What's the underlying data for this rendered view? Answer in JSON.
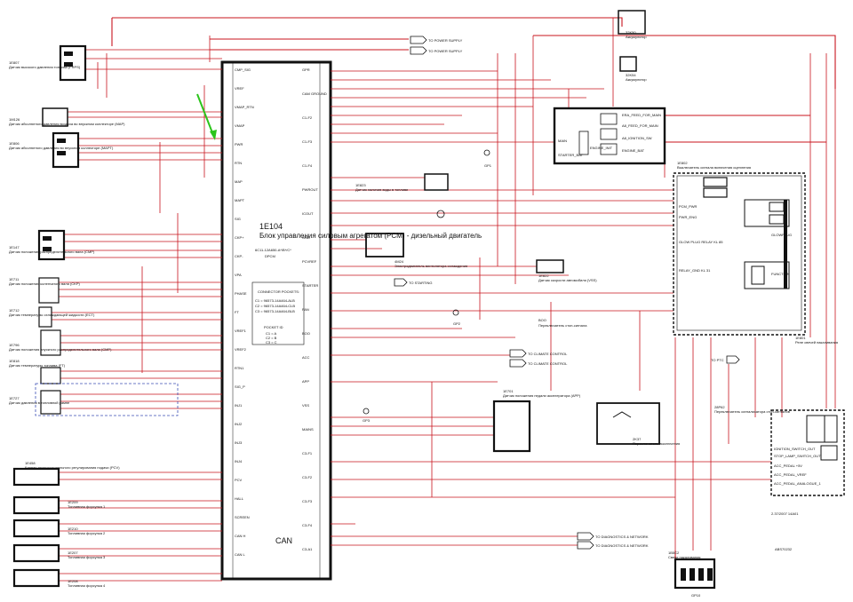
{
  "ecu": {
    "id": "1E104",
    "name": "Блок управления силовым агрегатом (PCM) - дизельный двигатель",
    "part": "6C11-12A650-A*/B*/C*",
    "code": "DPCM",
    "can_label": "CAN"
  },
  "pocket_connector": {
    "title": "CONNECTOR POCKETS:",
    "lines": [
      "C1 = 96573-14A464-ALB",
      "C2 = 96573-14A464-CLB",
      "C3 = 96573-14A464-BLB"
    ],
    "id_title": "POCKET ID",
    "id_lines": [
      "C1 = A",
      "C2 = B",
      "C3 = C"
    ]
  },
  "page_ref": "2.37/2007 14A01",
  "footer_code": "ABS70232",
  "left_components": [
    {
      "id": "1E807",
      "name": "Датчик высокого давления топлива (FRPS)"
    },
    {
      "id": "1M126",
      "name": "Датчик абсолютного давления воздуха во впускном коллекторе (MAP)"
    },
    {
      "id": "1E806",
      "name": "Датчик абсолютного давления во впускном коллекторе (MAPT)"
    },
    {
      "id": "1E147",
      "name": "Датчик положения распределительного вала (CMP)"
    },
    {
      "id": "1E711",
      "name": "Датчик положения коленчатого вала (CKP)"
    },
    {
      "id": "1E712",
      "name": "Датчик температуры охлаждающей жидкости (ECT)"
    },
    {
      "id": "1E796",
      "name": "Датчик положения впускного распределительного вала (CMP)"
    },
    {
      "id": "1E818",
      "name": "Датчик температуры топлива (FT)"
    },
    {
      "id": "1E727",
      "name": "Датчик давления в топливной рампе"
    },
    {
      "id": "1E458",
      "name": "Клапан пропорционального регулирования подачи (PCV)"
    },
    {
      "id": "1E209",
      "name": "Топливная форсунка 1"
    },
    {
      "id": "1E210",
      "name": "Топливная форсунка 2"
    },
    {
      "id": "1E207",
      "name": "Топливная форсунка 3"
    },
    {
      "id": "1E208",
      "name": "Топливная форсунка 4"
    }
  ],
  "right_components": [
    {
      "id": "32K50",
      "name": "Аккумулятор"
    },
    {
      "id": "32K54",
      "name": "Аккумулятор"
    },
    {
      "id": "1E823",
      "name": "Датчик наличия воды в топливе"
    },
    {
      "id": "1E822",
      "name": "Датчик скорости автомобиля (VSS)"
    },
    {
      "id": "1E701",
      "name": "Датчик положения педали акселератора (APP)"
    },
    {
      "id": "2K37",
      "name": "Переключатель выключения"
    },
    {
      "id": "28P62",
      "name": "Переключатель сигнализатора стоп-сигналов"
    },
    {
      "id": "1B5C2",
      "name": "Свечи накаливания"
    },
    {
      "id": "1E801",
      "name": "Реле свечей накаливания"
    },
    {
      "id": "1E802",
      "name": "Выключатель сигнала включения сцепления"
    },
    {
      "id": "BOO",
      "name": "Переключатель стоп-сигнала"
    },
    {
      "id": "4M24",
      "name": "Электродвигатель вентилятора охлаждения"
    }
  ],
  "destinations": [
    {
      "label": "TO POWER SUPPLY"
    },
    {
      "label": "TO POWER SUPPLY"
    },
    {
      "label": "TO STARTING"
    },
    {
      "label": "TO CLIMATE CONTROL"
    },
    {
      "label": "TO CLIMATE CONTROL"
    },
    {
      "label": "TO PTC"
    },
    {
      "label": "TO DIAGNOSTICS & NETWORK"
    },
    {
      "label": "TO DIAGNOSTICS & NETWORK"
    }
  ],
  "relay_box": {
    "labels": [
      "MAIN",
      "STARTER_BAT",
      "ENGINE_INIT",
      "ERA_FEED_FOR_MAIN",
      "A8_FEED_FOR_MAIN",
      "A8_IGNITION_SW",
      "ENGINE_BAT"
    ]
  },
  "glow_box": {
    "labels": [
      "PCM_PWR",
      "PWR_ENG",
      "GLOW PLUG RELAY KL 85",
      "RELAY_GND KL 31",
      "GLOWPLUG",
      "FUNCTION"
    ]
  },
  "pedal_box": {
    "labels": [
      "IGNITION_SWITCH_OUT",
      "STOP_LAMP_SWITCH_OUT",
      "ACC_PEDAL +5V",
      "ACC_PEDAL_VREF",
      "ACC_PEDAL_ANALOGUE_1"
    ]
  },
  "ground_labels": [
    "GP1",
    "GP2",
    "GP3",
    "GP10"
  ],
  "ecu_pins_left": [
    "CMP_SIG",
    "VREF",
    "VMAP_RTN",
    "VMAP",
    "PWR",
    "RTN",
    "MAP",
    "MAPT",
    "SIG",
    "CKP+",
    "CKP-",
    "VPA",
    "PHASE",
    "FT",
    "VREF1",
    "VREF2",
    "RTN1",
    "SIG_P",
    "INJ1",
    "INJ2",
    "INJ3",
    "INJ4",
    "PCV",
    "HALL",
    "SCREEN",
    "CAN H",
    "CAN L"
  ],
  "ecu_pins_right": [
    "GPR",
    "CAM GROUND",
    "C1-F2",
    "C1-F3",
    "C1-F4",
    "PWROUT",
    "ICOUT",
    "GND",
    "PCVREF",
    "STARTER",
    "FAN",
    "BOO",
    "ACC",
    "APP",
    "VSS",
    "MAINS",
    "C3-F1",
    "C3-F2",
    "C3-F3",
    "C3-F4",
    "C3-A1"
  ]
}
